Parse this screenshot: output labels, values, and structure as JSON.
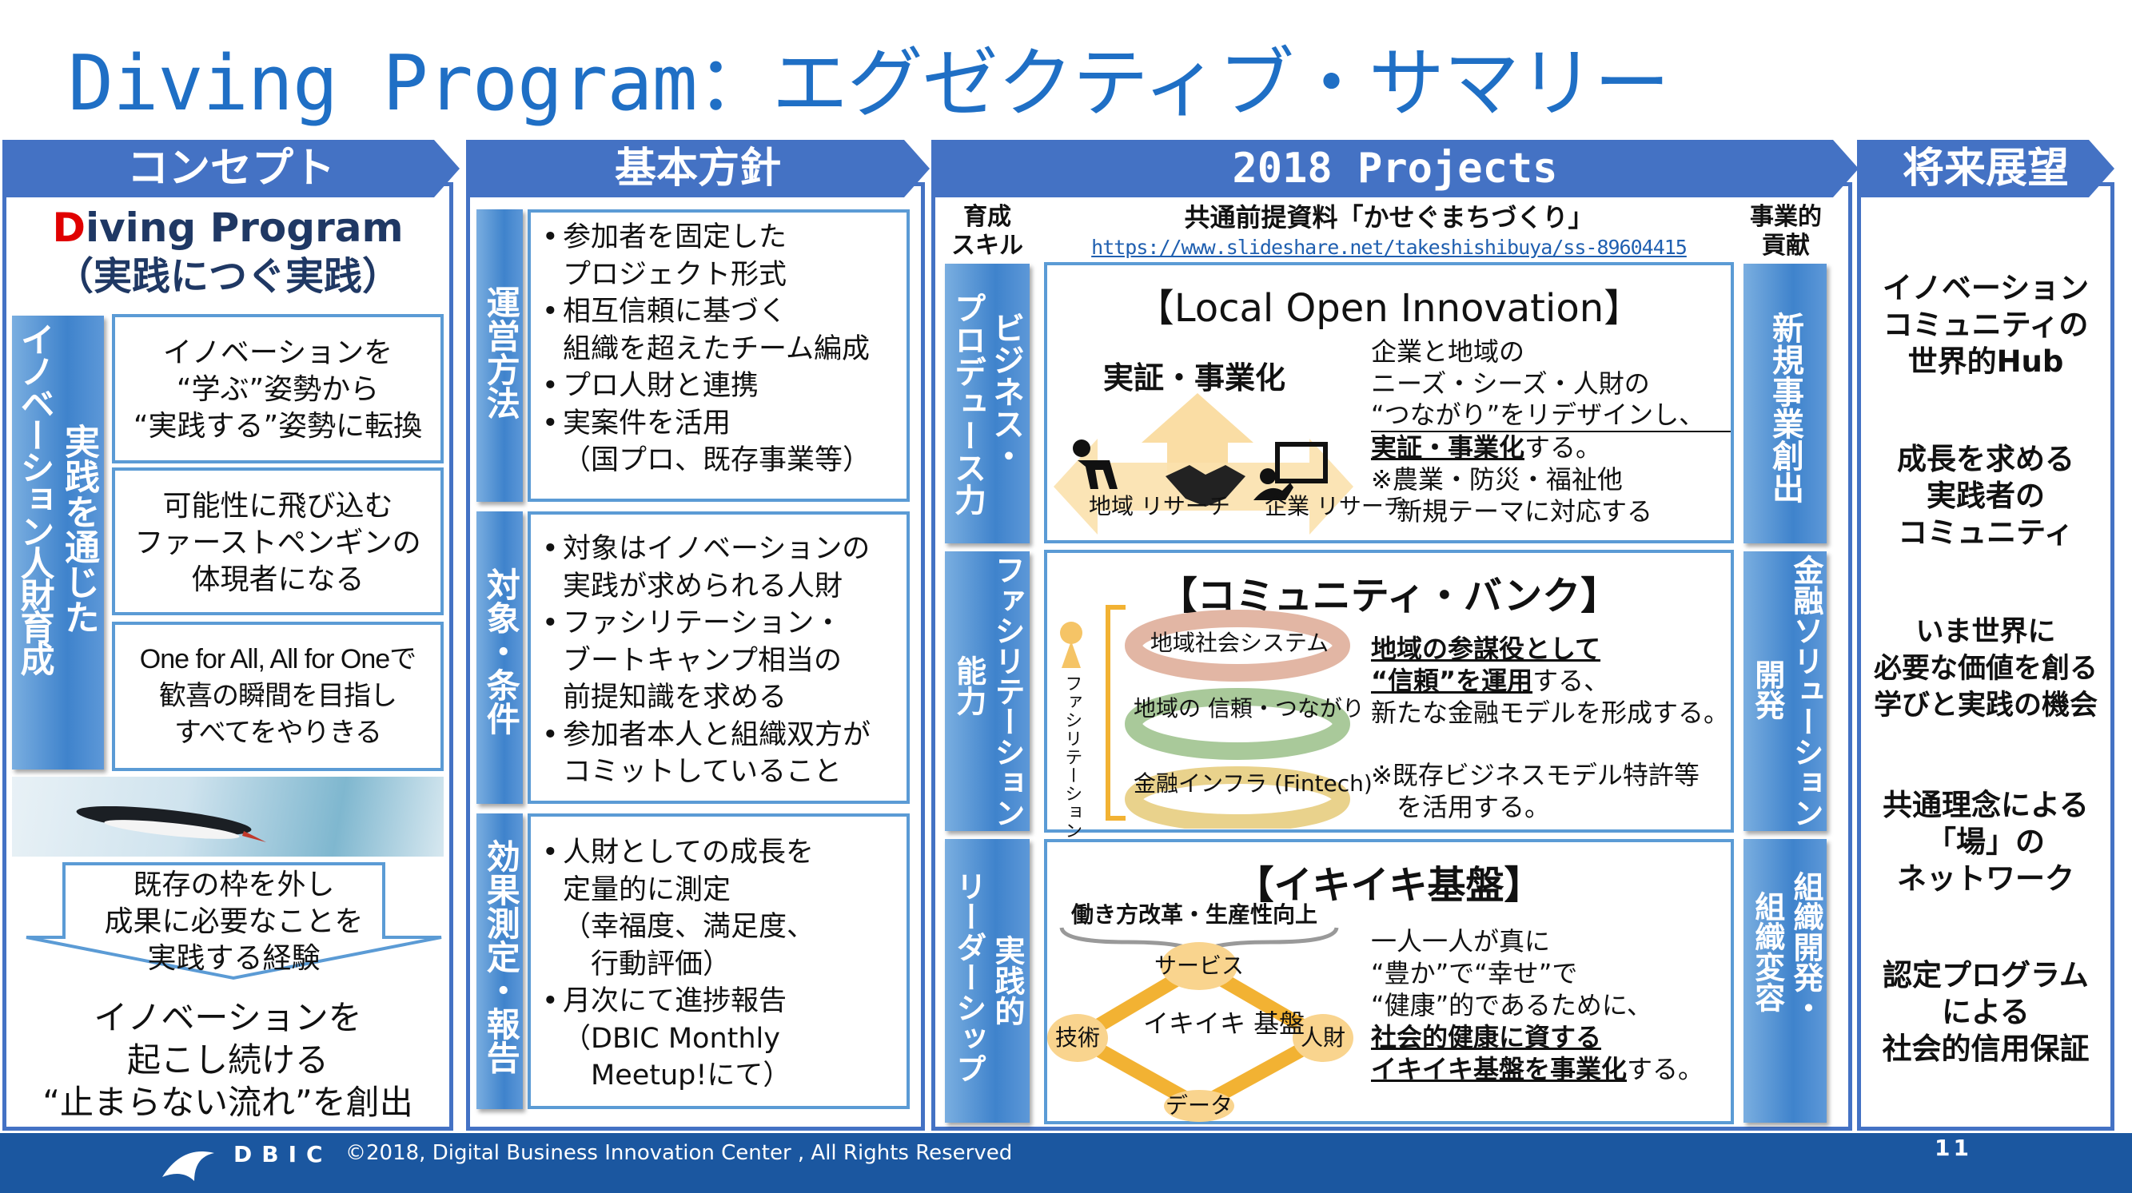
{
  "title": "Diving Program：エグゼクティブ・サマリー",
  "concept": {
    "header": "コンセプト",
    "program_initial": "D",
    "program_rest": "iving Program",
    "subtitle": "（実践につぐ実践）",
    "side_label_1": "実践を通じた",
    "side_label_2": "イノベーション人財育成",
    "boxes": [
      "イノベーションを\n“学ぶ”姿勢から\n“実践する”姿勢に転換",
      "可能性に飛び込む\nファーストペンギンの\n体現者になる",
      "One for All, All for Oneで\n歓喜の瞬間を目指し\nすべてをやりきる"
    ],
    "arrow_text": "既存の枠を外し\n成果に必要なことを\n実践する経験",
    "bottom_text": "イノベーションを\n起こし続ける\n“止まらない流れ”を創出"
  },
  "policy": {
    "header": "基本方針",
    "bullet": "•",
    "sections": [
      {
        "label": "運営方法",
        "items": [
          "参加者を固定した\nプロジェクト形式",
          "相互信頼に基づく\n組織を超えたチーム編成",
          "プロ人財と連携",
          "実案件を活用\n（国プロ、既存事業等）"
        ]
      },
      {
        "label": "対象・条件",
        "items": [
          "対象はイノベーションの\n実践が求められる人財",
          "ファシリテーション・\nブートキャンプ相当の\n前提知識を求める",
          "参加者本人と組織双方が\nコミットしていること"
        ]
      },
      {
        "label": "効果測定・報告",
        "items": [
          "人財としての成長を\n定量的に測定\n（幸福度、満足度、\n　行動評価）",
          "月次にて進捗報告\n（DBIC Monthly\n　Meetup!にて）"
        ]
      }
    ]
  },
  "projects": {
    "header": "2018 Projects",
    "skill_header": "育成\nスキル",
    "contribution_header": "事業的\n貢献",
    "reference_title": "共通前提資料「かせぐまちづくり」",
    "reference_link": "https://www.slideshare.net/takeshishibuya/ss-89604415",
    "rows": [
      {
        "skill_1": "ビジネス・",
        "skill_2": "プロデュース力",
        "title": "【Local Open Innovation】",
        "diagram_label": "実証・事業化",
        "left_label": "地域\nリサーチ",
        "right_label": "企業\nリサーチ",
        "text_1": "企業と地域の",
        "text_2": "ニーズ・シーズ・人財の",
        "text_3": "“つながり”をリデザインし、",
        "text_4_em": "実証・事業化",
        "text_4_rest": "する。",
        "text_5": "※農業・防災・福祉他",
        "text_6": "　新規テーマに対応する",
        "contribution_1": "新規事業創出",
        "contribution_2": ""
      },
      {
        "skill_1": "ファシリテーション",
        "skill_2": "能力",
        "title": "【コミュニティ・バンク】",
        "side_label": "ファシリテーション",
        "cycle_1": "地域社会システム",
        "cycle_2": "地域の\n信頼・つながり",
        "cycle_3": "金融インフラ\n(Fintech)",
        "text_1_em": "地域の参謀役として",
        "text_2_em": "“信頼”を運用",
        "text_2_rest": "する、",
        "text_3": "新たな金融モデルを形成する。",
        "text_4": "※既存ビジネスモデル特許等",
        "text_5": "　を活用する。",
        "contribution_1": "金融ソリューション",
        "contribution_2": "開発"
      },
      {
        "skill_1": "実践的",
        "skill_2": "リーダーシップ",
        "title": "【イキイキ基盤】",
        "brace_label": "働き方改革・生産性向上",
        "node_top": "サービス",
        "node_left": "技術",
        "node_right": "人財",
        "node_bottom": "データ",
        "center_label": "イキイキ\n基盤",
        "text_1": "一人一人が真に",
        "text_2": "“豊か”で“幸せ”で",
        "text_3": "“健康”的であるために、",
        "text_4_em": "社会的健康に資する",
        "text_5_em": "イキイキ基盤を事業化",
        "text_5_rest": "する。",
        "contribution_1": "組織開発・",
        "contribution_2": "組織変容"
      }
    ]
  },
  "future": {
    "header": "将来展望",
    "items": [
      "イノベーション\nコミュニティの\n世界的Hub",
      "成長を求める\n実践者の\nコミュニティ",
      "いま世界に\n必要な価値を創る\n学びと実践の機会",
      "共通理念による\n「場」の\nネットワーク",
      "認定プログラム\nによる\n社会的信用保証"
    ]
  },
  "footer": {
    "logo_text": "DBIC",
    "copyright": "©2018, Digital Business Innovation Center , All Rights Reserved",
    "page_number": "11"
  },
  "colors": {
    "title": "#1f6fc5",
    "header": "#4472c4",
    "footer": "#1b57a0",
    "accent_red": "#e00000"
  }
}
